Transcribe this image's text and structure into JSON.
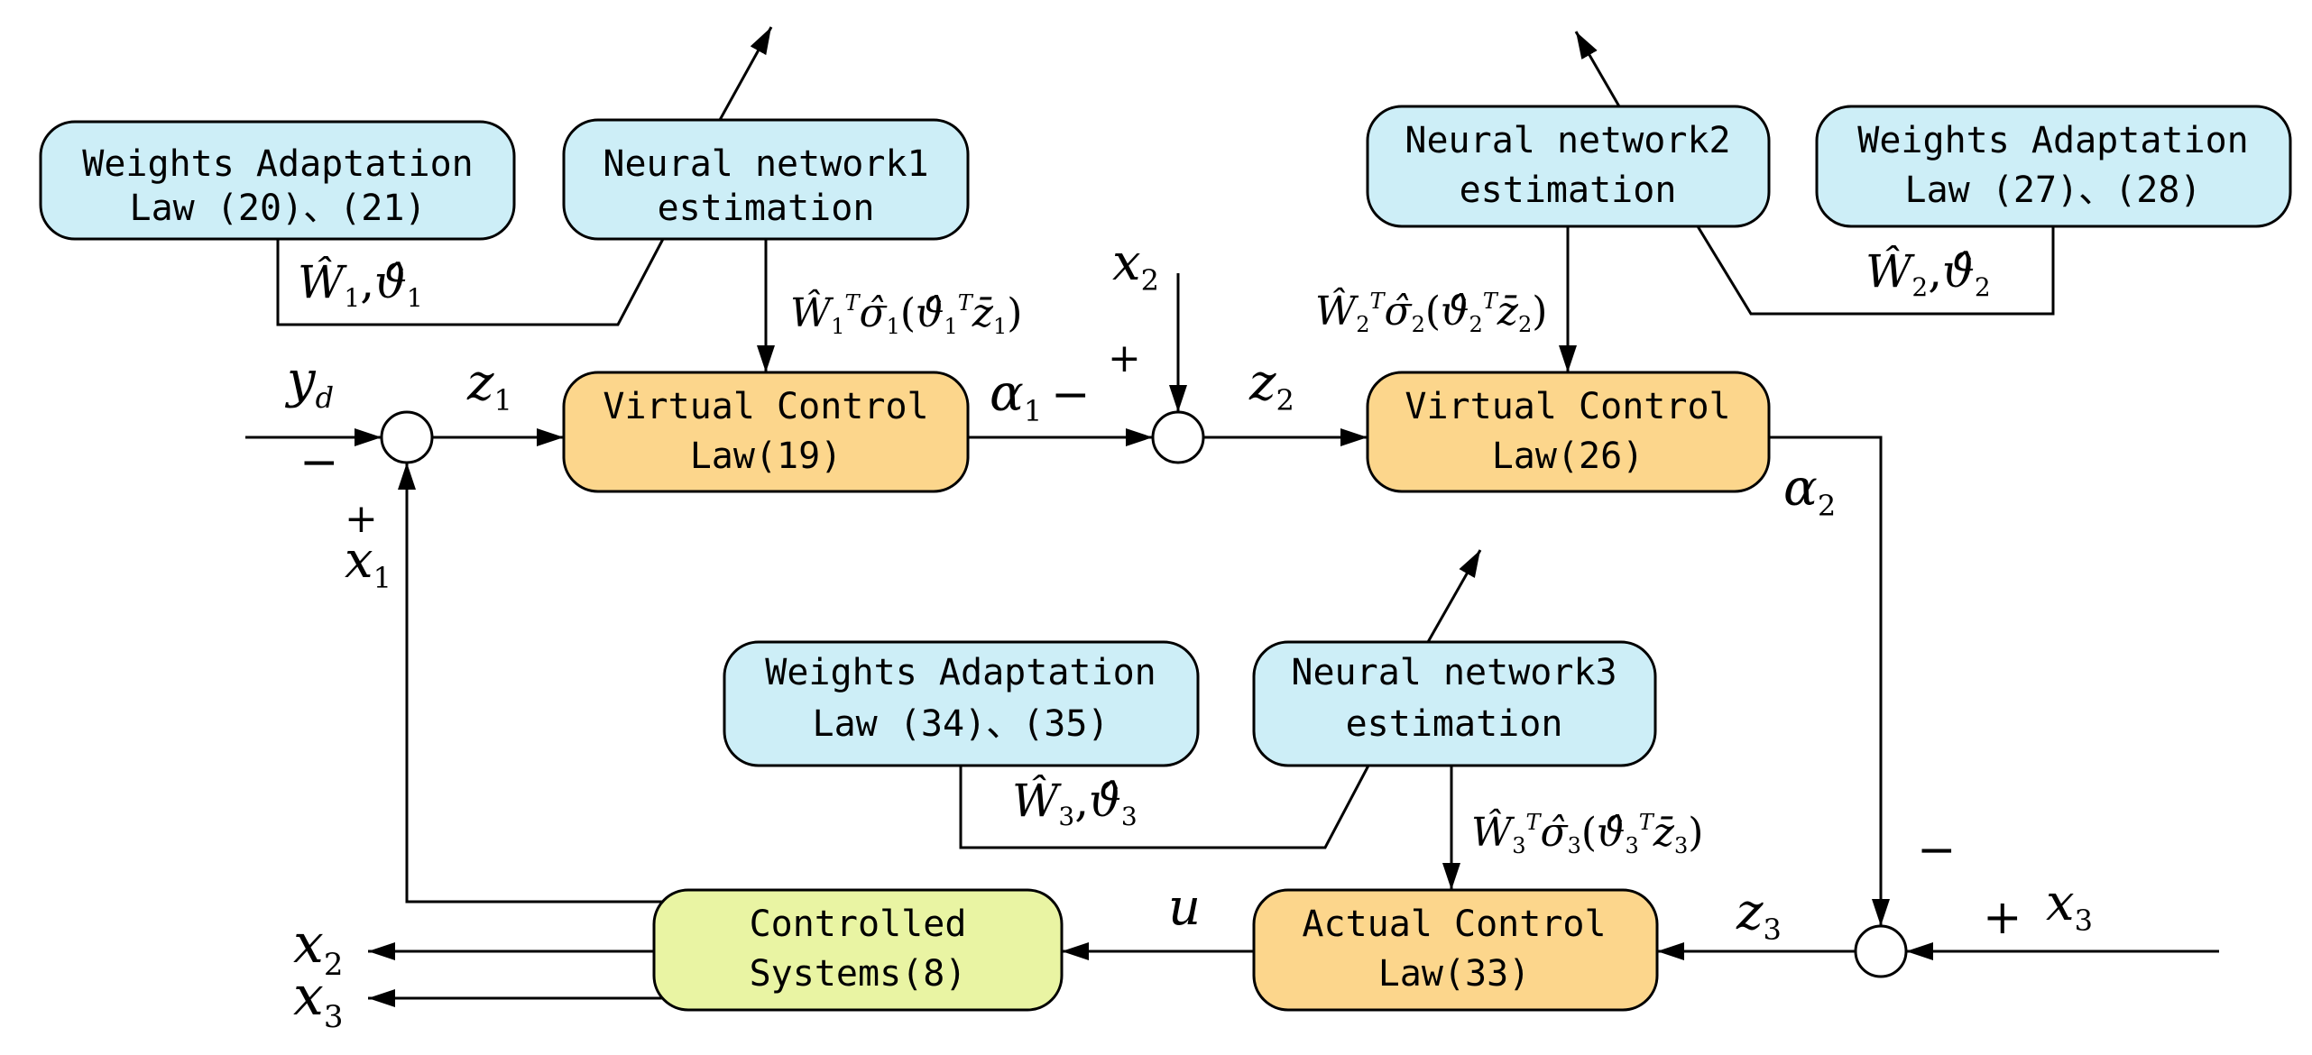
{
  "colors": {
    "adaptation_box": "#cdeef7",
    "control_box": "#fcd68c",
    "plant_box": "#e9f4a3",
    "line": "#000000"
  },
  "blocks": {
    "weights_adaptation_1": {
      "line1": "Weights Adaptation",
      "line2": "Law (20)、(21)"
    },
    "neural_network_1": {
      "line1": "Neural network1",
      "line2": "estimation"
    },
    "neural_network_2": {
      "line1": "Neural network2",
      "line2": "estimation"
    },
    "weights_adaptation_2": {
      "line1": "Weights Adaptation",
      "line2": "Law (27)、(28)"
    },
    "virtual_control_1": {
      "line1": "Virtual Control",
      "line2": "Law(19)"
    },
    "virtual_control_2": {
      "line1": "Virtual Control",
      "line2": "Law(26)"
    },
    "weights_adaptation_3": {
      "line1": "Weights Adaptation",
      "line2": "Law (34)、(35)"
    },
    "neural_network_3": {
      "line1": "Neural network3",
      "line2": "estimation"
    },
    "controlled_systems": {
      "line1": "Controlled",
      "line2": "Systems(8)"
    },
    "actual_control": {
      "line1": "Actual Control",
      "line2": "Law(33)"
    }
  },
  "signals": {
    "y_d": {
      "base": "y",
      "sub": "d"
    },
    "z_1": {
      "base": "z",
      "sub": "1"
    },
    "z_2": {
      "base": "z",
      "sub": "2"
    },
    "z_3": {
      "base": "z",
      "sub": "3"
    },
    "alpha_1": {
      "base": "α",
      "sub": "1"
    },
    "alpha_2": {
      "base": "α",
      "sub": "2"
    },
    "x_1": {
      "base": "x",
      "sub": "1"
    },
    "x_2_in": {
      "base": "x",
      "sub": "2"
    },
    "x_3_in": {
      "base": "x",
      "sub": "3"
    },
    "x_2_out": {
      "base": "x",
      "sub": "2"
    },
    "x_3_out": {
      "base": "x",
      "sub": "3"
    },
    "u": {
      "base": "u"
    },
    "weights_1": {
      "w": "Ŵ",
      "n1": "1",
      "sep": ",",
      "t": "ϑ̂",
      "n2": "1"
    },
    "weights_2": {
      "w": "Ŵ",
      "n1": "2",
      "sep": ",",
      "t": "ϑ̂",
      "n2": "2"
    },
    "weights_3": {
      "w": "Ŵ",
      "n1": "3",
      "sep": ",",
      "t": "ϑ̂",
      "n2": "3"
    },
    "nn_output_1": {
      "w": "Ŵ",
      "n1": "1",
      "T": "T",
      "s": "σ̂",
      "n2": "1",
      "op": "(",
      "t": "ϑ̂",
      "n3": "1",
      "T2": "T",
      "z": "z̄",
      "n4": "1",
      "cp": ")"
    },
    "nn_output_2": {
      "w": "Ŵ",
      "n1": "2",
      "T": "T",
      "s": "σ̂",
      "n2": "2",
      "op": "(",
      "t": "ϑ̂",
      "n3": "2",
      "T2": "T",
      "z": "z̄",
      "n4": "2",
      "cp": ")"
    },
    "nn_output_3": {
      "w": "Ŵ",
      "n1": "3",
      "T": "T",
      "s": "σ̂",
      "n2": "3",
      "op": "(",
      "t": "ϑ̂",
      "n3": "3",
      "T2": "T",
      "z": "z̄",
      "n4": "3",
      "cp": ")"
    }
  },
  "signs": {
    "sum1_minus": "−",
    "sum1_plus": "+",
    "sum2_minus": "−",
    "sum2_plus": "+",
    "sum3_minus": "−",
    "sum3_plus": "+"
  }
}
